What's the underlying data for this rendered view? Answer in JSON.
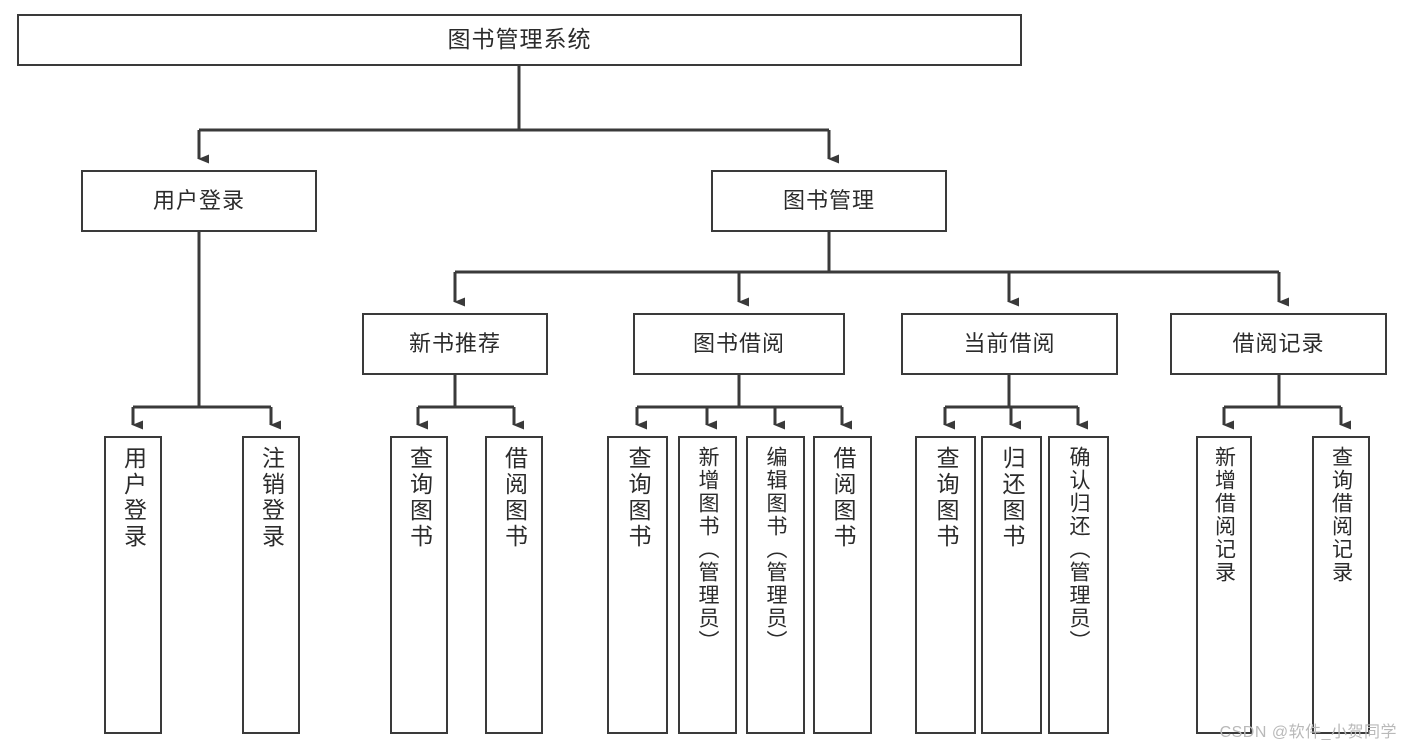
{
  "diagram": {
    "type": "tree",
    "title": "图书管理系统",
    "orientation": "top-down",
    "line_color": "#3a3a3a",
    "box_fill": "#ffffff",
    "text_color": "#2b2b2b",
    "levels": 4
  },
  "root": {
    "label": "图书管理系统"
  },
  "level2": [
    {
      "label": "用户登录"
    },
    {
      "label": "图书管理"
    }
  ],
  "level3": [
    {
      "label": "新书推荐"
    },
    {
      "label": "图书借阅"
    },
    {
      "label": "当前借阅"
    },
    {
      "label": "借阅记录"
    }
  ],
  "leaves": {
    "user_login": [
      {
        "label": "用户登录"
      },
      {
        "label": "注销登录"
      }
    ],
    "new_book": [
      {
        "label": "查询图书"
      },
      {
        "label": "借阅图书"
      }
    ],
    "book_borrow": [
      {
        "label": "查询图书"
      },
      {
        "label": "新增图书（管理员）"
      },
      {
        "label": "编辑图书（管理员）"
      },
      {
        "label": "借阅图书"
      }
    ],
    "current_borrow": [
      {
        "label": "查询图书"
      },
      {
        "label": "归还图书"
      },
      {
        "label": "确认归还（管理员）"
      }
    ],
    "borrow_record": [
      {
        "label": "新增借阅记录"
      },
      {
        "label": "查询借阅记录"
      }
    ]
  },
  "watermark": {
    "text": "CSDN @软件_小贺同学"
  }
}
